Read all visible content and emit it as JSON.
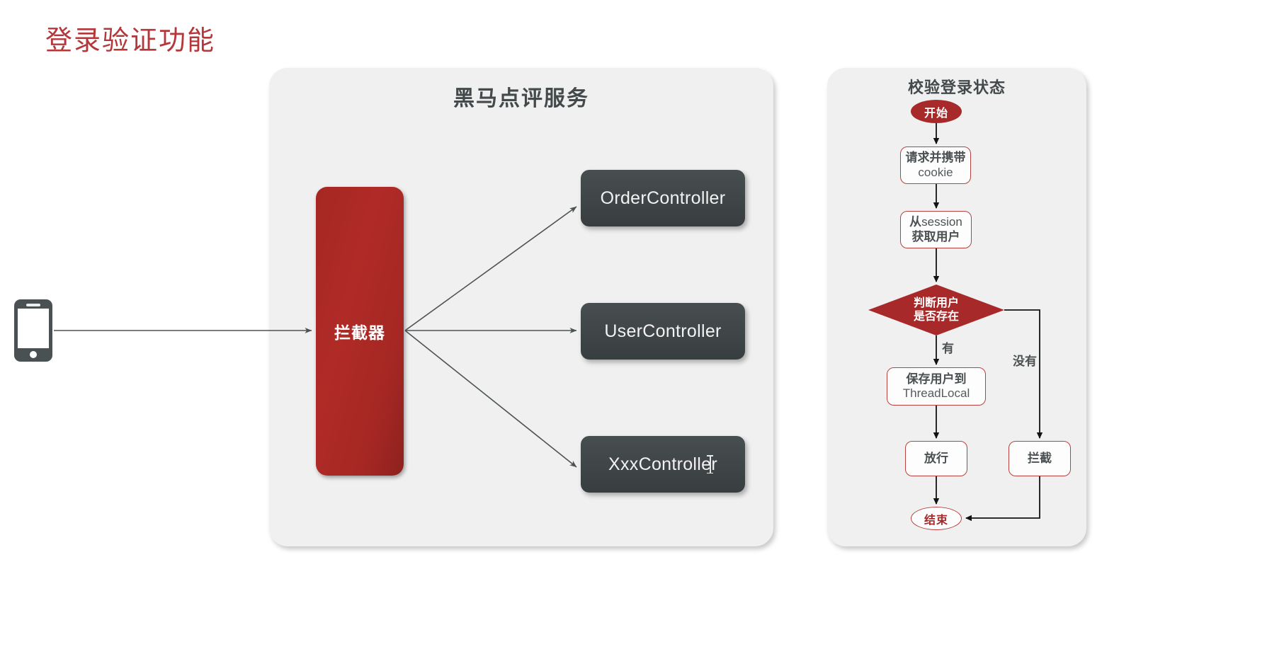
{
  "page": {
    "title": "登录验证功能",
    "title_color": "#b4373a",
    "background": "#ffffff"
  },
  "colors": {
    "panel_bg": "#f0f0f0",
    "accent_red": "#a8292a",
    "node_border_red": "#b8413f",
    "dark_box": "#414749",
    "text_dark": "#4b5153",
    "arrow_gray": "#4d5355"
  },
  "service_panel": {
    "title": "黑马点评服务",
    "interceptor": {
      "label": "拦截器"
    },
    "controllers": [
      {
        "label": "OrderController"
      },
      {
        "label": "UserController"
      },
      {
        "label": "XxxController"
      }
    ]
  },
  "client": {
    "icon": "smartphone-icon"
  },
  "flow_panel": {
    "title": "校验登录状态",
    "nodes": {
      "start": {
        "label": "开始",
        "shape": "ellipse"
      },
      "request": {
        "line1": "请求并携带",
        "line2": "cookie",
        "shape": "rounded-rect"
      },
      "session": {
        "line1_cn": "从",
        "line1_en": "session",
        "line2": "获取用户",
        "shape": "rounded-rect"
      },
      "decision": {
        "line1": "判断用户",
        "line2": "是否存在",
        "shape": "diamond"
      },
      "save": {
        "line1": "保存用户到",
        "line2": "ThreadLocal",
        "shape": "rounded-rect"
      },
      "pass": {
        "label": "放行",
        "shape": "rounded-rect"
      },
      "block": {
        "label": "拦截",
        "shape": "rounded-rect"
      },
      "end": {
        "label": "结束",
        "shape": "ellipse"
      }
    },
    "edge_labels": {
      "yes": "有",
      "no": "没有"
    }
  }
}
